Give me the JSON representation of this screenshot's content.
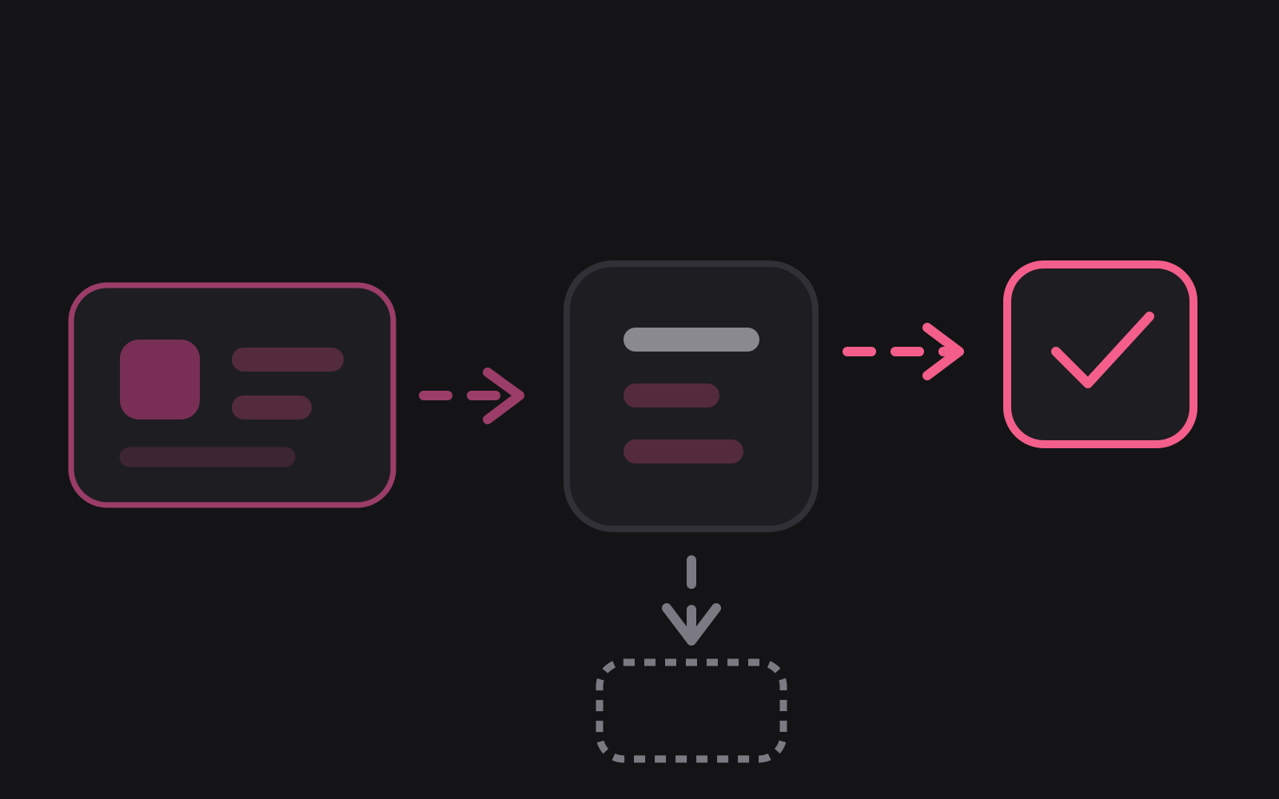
{
  "diagram": {
    "type": "flow",
    "nodes": [
      {
        "id": "source-card",
        "kind": "profile-card",
        "state": "active",
        "icon": "id-card-icon"
      },
      {
        "id": "document-node",
        "kind": "text-document",
        "state": "neutral",
        "icon": "document-lines-icon"
      },
      {
        "id": "complete-node",
        "kind": "checkmark",
        "state": "done",
        "icon": "checkmark-icon"
      },
      {
        "id": "placeholder-node",
        "kind": "empty-slot",
        "state": "pending",
        "icon": ""
      }
    ],
    "edges": [
      {
        "from": "source-card",
        "to": "document-node",
        "style": "dashed",
        "icon": "arrow-right-icon"
      },
      {
        "from": "document-node",
        "to": "complete-node",
        "style": "dashed",
        "icon": "arrow-right-icon"
      },
      {
        "from": "document-node",
        "to": "placeholder-node",
        "style": "dashed",
        "icon": "arrow-down-icon"
      }
    ]
  },
  "colors": {
    "background": "#141416",
    "node_fill": "#1e1d22",
    "accent_muted": "#9b3d68",
    "accent_fill": "#792f55",
    "accent_line": "#542b3d",
    "accent_line_faint": "#3e2533",
    "accent_bright": "#f45e8b",
    "neutral_border": "#313036",
    "neutral_line": "#8a8990",
    "neutral_dashed": "#7b7a82"
  }
}
